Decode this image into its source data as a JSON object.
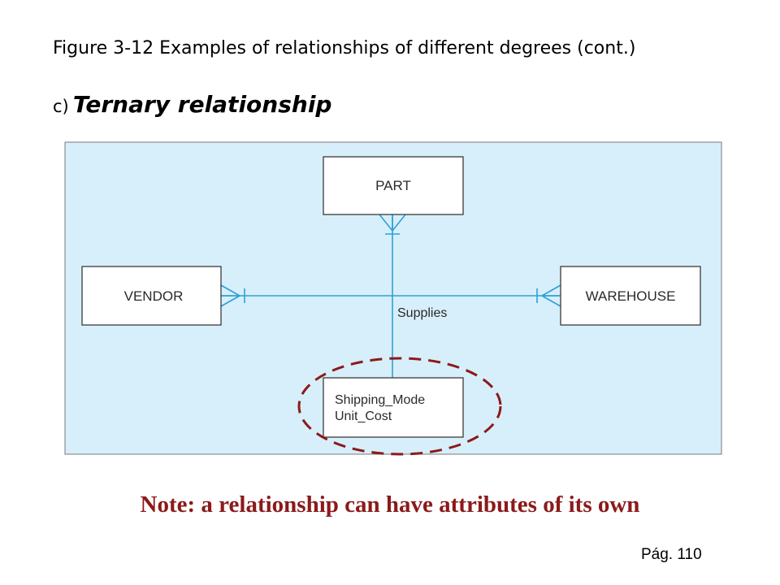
{
  "figure_title": "Figure 3-12 Examples of relationships of different degrees (cont.)",
  "subtitle": {
    "letter": "c)",
    "text": "Ternary relationship"
  },
  "diagram": {
    "entities": {
      "part": "PART",
      "vendor": "VENDOR",
      "warehouse": "WAREHOUSE"
    },
    "relationship_label": "Supplies",
    "attributes": [
      "Shipping_Mode",
      "Unit_Cost"
    ]
  },
  "note": "Note: a relationship can have attributes of its own",
  "page_number": "Pág. 110",
  "colors": {
    "panel_background": "#d7effa",
    "connector_line": "#2e9fd8",
    "highlight_dashed": "#8b1a1a",
    "note_text": "#8b1a1a"
  }
}
